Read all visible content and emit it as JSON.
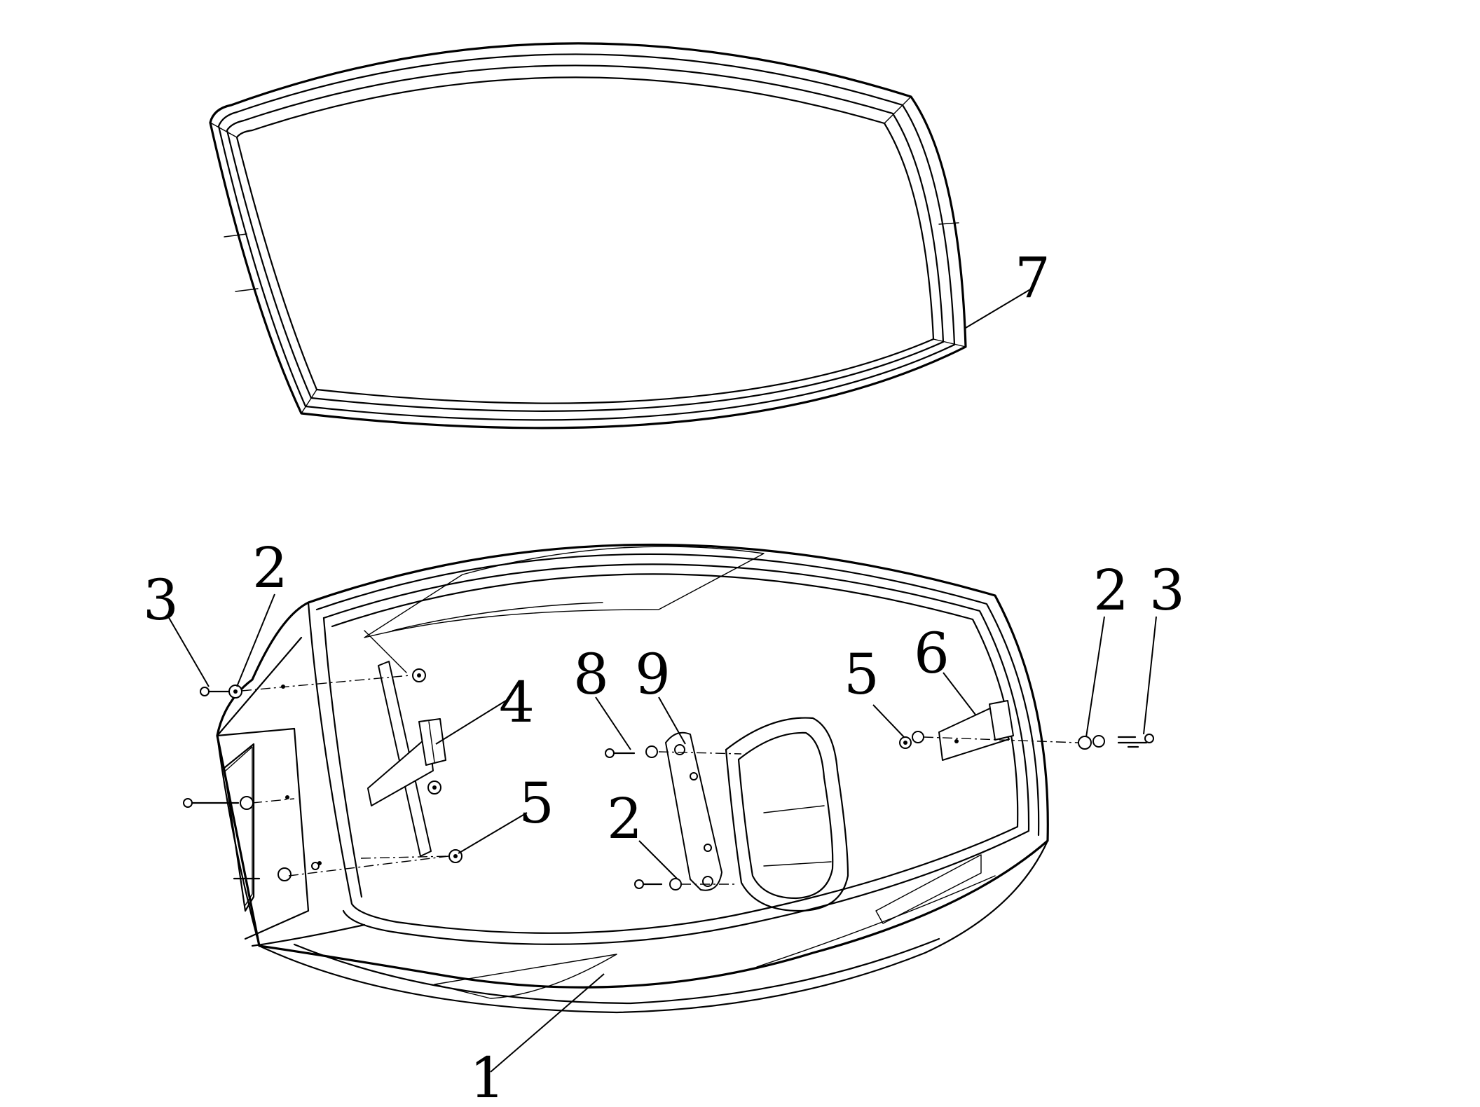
{
  "callouts": {
    "c1": "1",
    "c2a": "2",
    "c2b": "2",
    "c2c": "2",
    "c3a": "3",
    "c3b": "3",
    "c4": "4",
    "c5a": "5",
    "c5b": "5",
    "c6": "6",
    "c7": "7",
    "c8": "8",
    "c9": "9"
  }
}
